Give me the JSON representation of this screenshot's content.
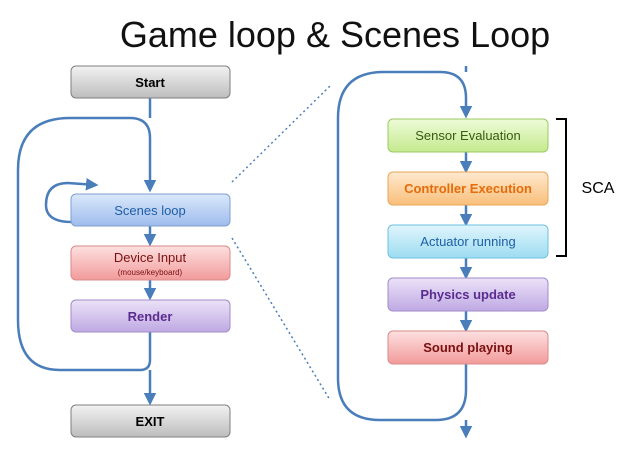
{
  "title": "Game loop & Scenes Loop",
  "left": {
    "start": "Start",
    "scenes_loop": "Scenes loop",
    "device_input": "Device Input",
    "device_input_sub": "(mouse/keyboard)",
    "render": "Render",
    "exit": "EXIT"
  },
  "right": {
    "sensor": "Sensor Evaluation",
    "controller": "Controller Execution",
    "actuator": "Actuator running",
    "physics": "Physics update",
    "sound": "Sound playing",
    "sca_label": "SCA"
  },
  "colors": {
    "arrow": "#4a7ebb",
    "gray_box": "#c9c9c9",
    "blue_box": "#a9c4ee",
    "red_box": "#f4a6a6",
    "purple_box": "#c5b3e6",
    "green_box": "#cdef9d",
    "orange_box": "#fbc98e",
    "cyan_box": "#a9e2f3",
    "orange_text": "#e46c0a",
    "blue_text": "#1f5fa8",
    "red_text": "#7a1010",
    "purple_text": "#5b2c8f",
    "green_text": "#3a5a12"
  }
}
